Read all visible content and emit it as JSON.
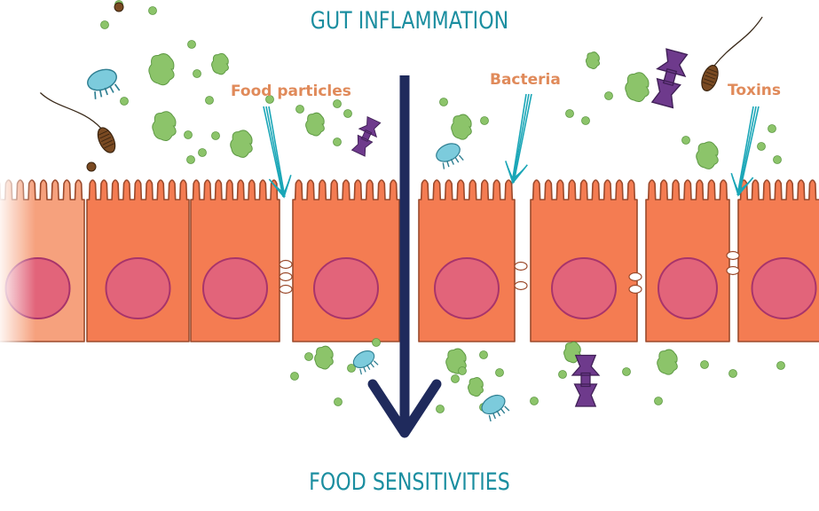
{
  "titles": {
    "top": "GUT INFLAMMATION",
    "bottom": "FOOD SENSITIVITIES"
  },
  "labels": {
    "food_particles": "Food particles",
    "bacteria": "Bacteria",
    "toxins": "Toxins"
  },
  "colors": {
    "title": "#1b8ea0",
    "label": "#e08a5a",
    "arrow_main": "#1f2a5c",
    "arrow_pointer": "#1aa6b7",
    "cell_fill": "#f47c52",
    "cell_fill_light": "#f6a17d",
    "cell_outline": "#9b4a2c",
    "nucleus_fill": "#e2647a",
    "nucleus_outline": "#a8346b",
    "particle_green": "#8cc46a",
    "particle_green_outline": "#5f9a45",
    "toxin_purple": "#6e3a8c",
    "bacteria_blue": "#7ccbdc",
    "bacteria_brown": "#7a4a22"
  }
}
